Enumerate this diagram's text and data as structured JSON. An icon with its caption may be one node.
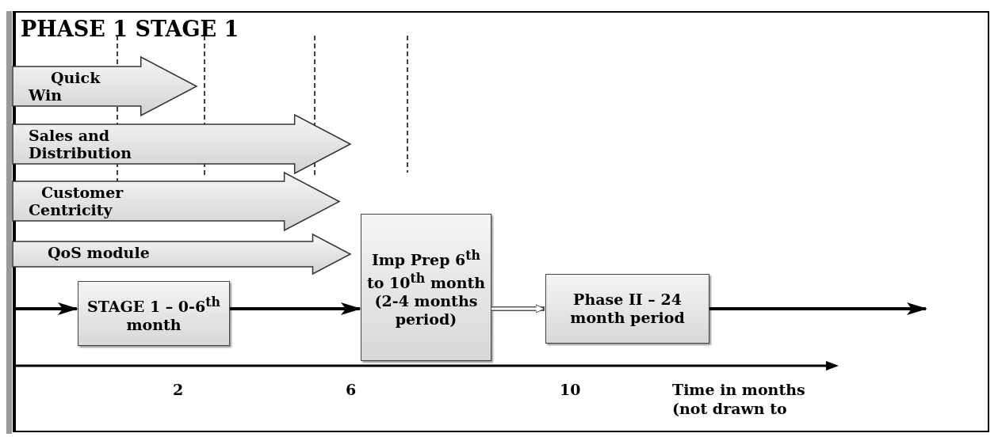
{
  "diagram": {
    "title": "PHASE 1 STAGE 1",
    "nodes": [
      {
        "text": [
          "Quick Win"
        ]
      },
      {
        "text": [
          "Sales and Distribution"
        ]
      },
      {
        "text": [
          "Customer Centricity"
        ]
      },
      {
        "text": [
          "QoS  module"
        ]
      },
      {
        "text": [
          "STAGE  1 – 0-6$^{th}$ month"
        ]
      },
      {
        "text": [
          "Imp Prep  6$^{th}$ to 10$^{th}$ month (2-4 months period)"
        ]
      },
      {
        "text": [
          "Phase II – 24 month period"
        ]
      }
    ],
    "edges": [
      {
        "from": null,
        "to": 4,
        "arrow": "to"
      },
      {
        "from": 4,
        "to": 5,
        "arrow": "to"
      },
      {
        "from": 5,
        "to": 6,
        "arrow": "to"
      },
      {
        "from": 6,
        "to": null,
        "arrow": "to"
      }
    ],
    "labels": [
      "2",
      "6",
      "10",
      "Time in months (not drawn to"
    ]
  }
}
